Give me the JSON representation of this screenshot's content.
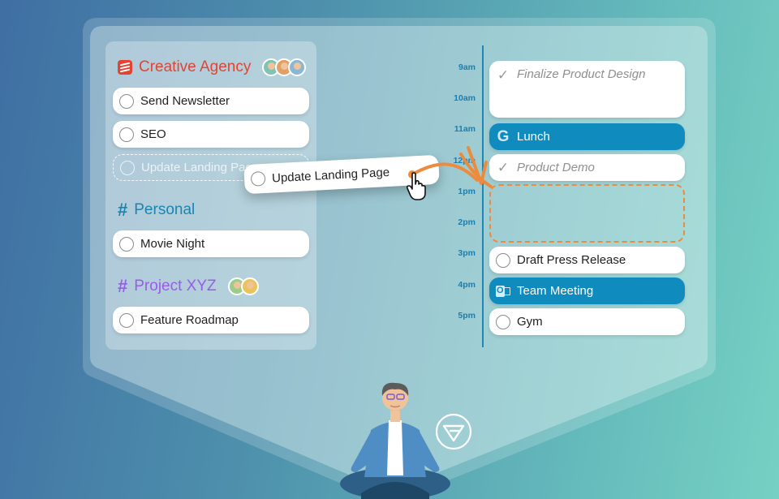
{
  "colors": {
    "accent_blue": "#0f8bbd",
    "todoist_red": "#e44332",
    "personal_blue": "#1a85b0",
    "project_purple": "#9b5bea",
    "drag_orange": "#ee8a3c"
  },
  "projects": [
    {
      "name": "Creative Agency",
      "icon": "todoist-icon",
      "color": "#e44332",
      "avatars": 3
    },
    {
      "name": "Personal",
      "icon": "hash-icon",
      "color": "#1a85b0",
      "avatars": 0
    },
    {
      "name": "Project XYZ",
      "icon": "hash-icon",
      "color": "#9b5bea",
      "avatars": 2
    }
  ],
  "tasks": {
    "creative_agency": [
      "Send Newsletter",
      "SEO",
      "Update Landing Page"
    ],
    "personal": [
      "Movie Night"
    ],
    "project_xyz": [
      "Feature Roadmap"
    ]
  },
  "dragging": {
    "label": "Update Landing Page",
    "cursor": "hand-pointer-icon"
  },
  "times": [
    "9am",
    "10am",
    "11am",
    "12pm",
    "1pm",
    "2pm",
    "3pm",
    "4pm",
    "5pm"
  ],
  "events": [
    {
      "label": "Finalize Product Design",
      "status": "done",
      "icon": "checkmark-icon"
    },
    {
      "label": "Lunch",
      "status": "calendar",
      "icon": "google-icon"
    },
    {
      "label": "Product Demo",
      "status": "done",
      "icon": "checkmark-icon"
    },
    {
      "label": "Draft Press Release",
      "status": "open",
      "icon": "checkbox"
    },
    {
      "label": "Team Meeting",
      "status": "calendar",
      "icon": "outlook-icon"
    },
    {
      "label": "Gym",
      "status": "open",
      "icon": "checkbox"
    }
  ]
}
